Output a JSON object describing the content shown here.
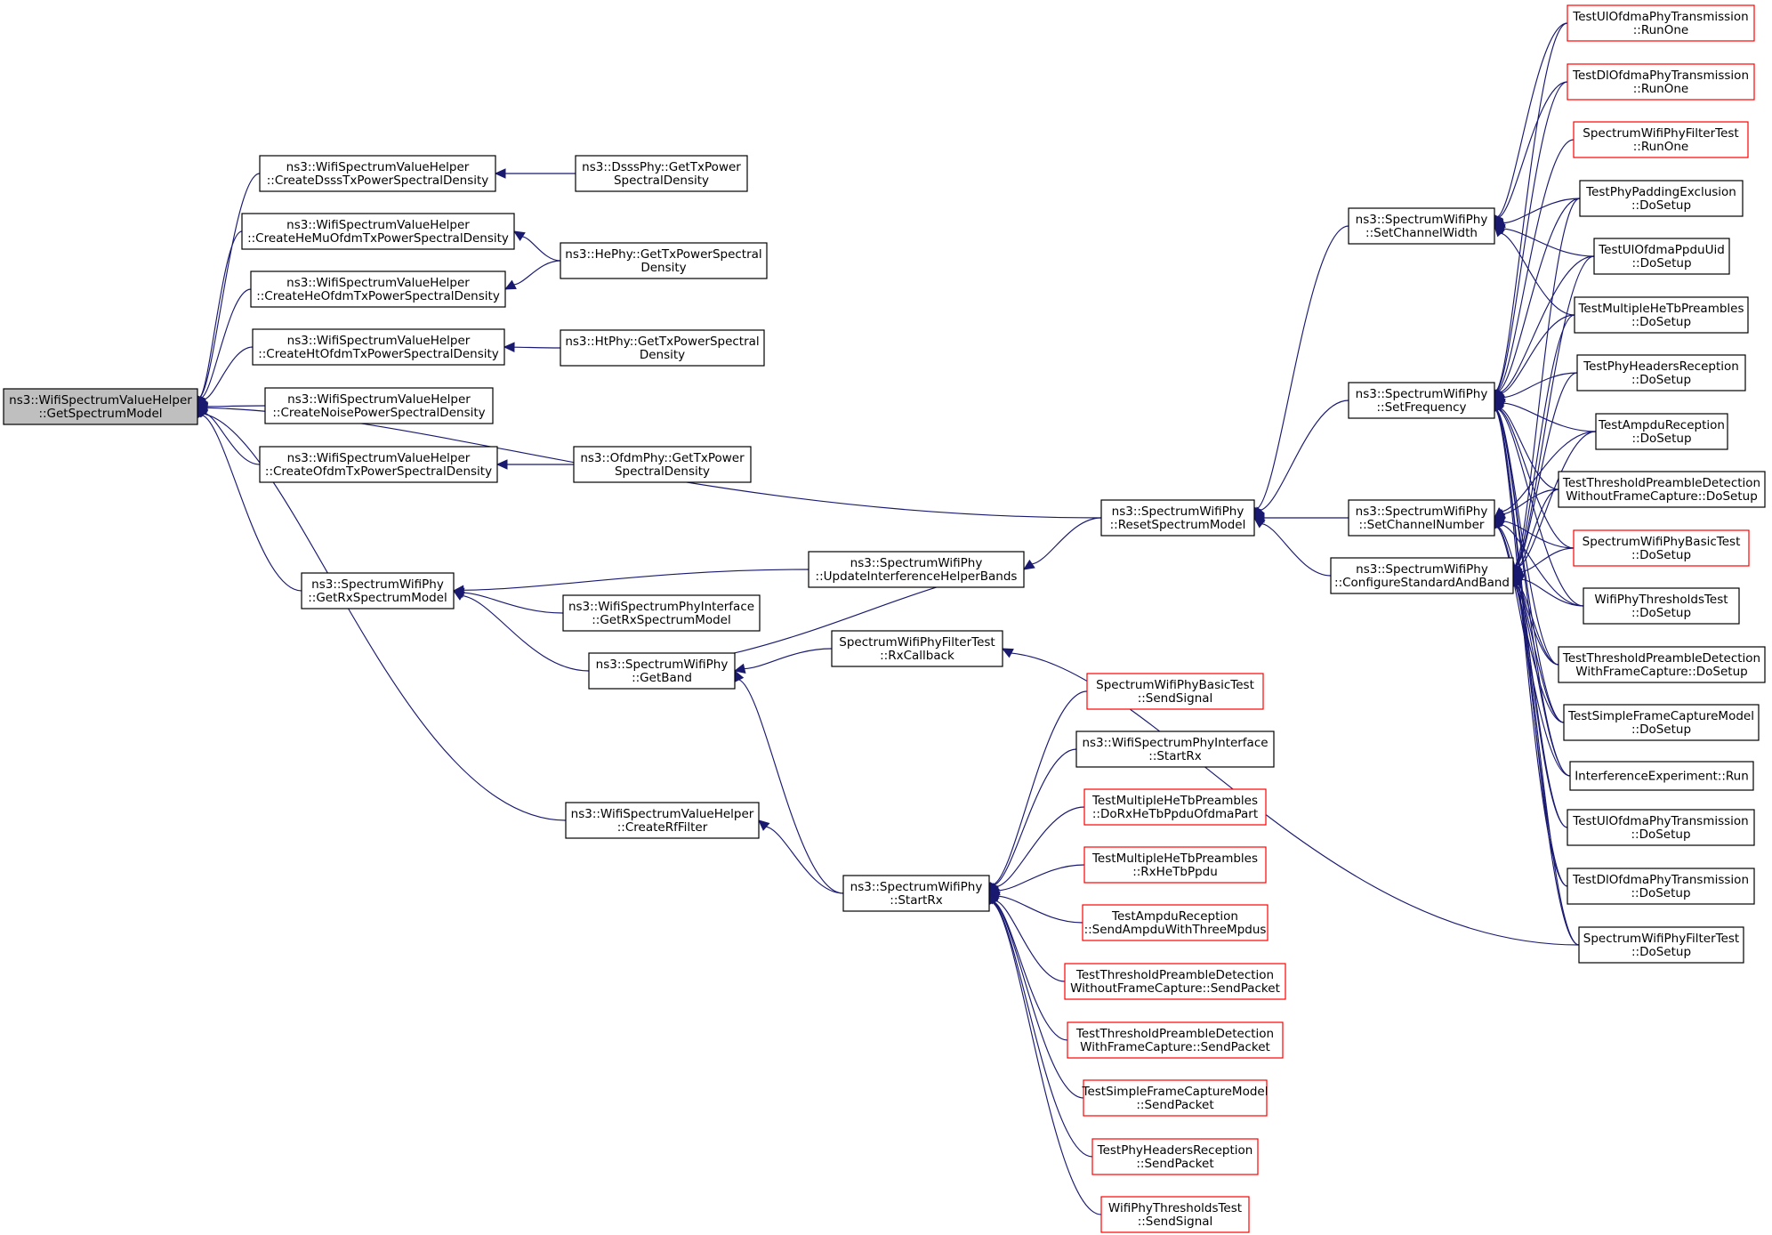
{
  "colors": {
    "edge": "#191970",
    "box_border": "#000000",
    "highlight_border": "#ff0000",
    "root_fill": "#bfbfbf",
    "background": "#ffffff"
  },
  "nodes": [
    {
      "id": "root",
      "label": [
        "ns3::WifiSpectrumValueHelper",
        "::GetSpectrumModel"
      ],
      "style": "root"
    },
    {
      "id": "dsss_helper",
      "label": [
        "ns3::WifiSpectrumValueHelper",
        "::CreateDsssTxPowerSpectralDensity"
      ]
    },
    {
      "id": "hemu_helper",
      "label": [
        "ns3::WifiSpectrumValueHelper",
        "::CreateHeMuOfdmTxPowerSpectralDensity"
      ]
    },
    {
      "id": "heofdm_helper",
      "label": [
        "ns3::WifiSpectrumValueHelper",
        "::CreateHeOfdmTxPowerSpectralDensity"
      ]
    },
    {
      "id": "ht_helper",
      "label": [
        "ns3::WifiSpectrumValueHelper",
        "::CreateHtOfdmTxPowerSpectralDensity"
      ]
    },
    {
      "id": "noise_helper",
      "label": [
        "ns3::WifiSpectrumValueHelper",
        "::CreateNoisePowerSpectralDensity"
      ]
    },
    {
      "id": "ofdm_helper",
      "label": [
        "ns3::WifiSpectrumValueHelper",
        "::CreateOfdmTxPowerSpectralDensity"
      ]
    },
    {
      "id": "dsss_phy",
      "label": [
        "ns3::DsssPhy::GetTxPower",
        "SpectralDensity"
      ]
    },
    {
      "id": "he_phy",
      "label": [
        "ns3::HePhy::GetTxPowerSpectral",
        "Density"
      ]
    },
    {
      "id": "ht_phy",
      "label": [
        "ns3::HtPhy::GetTxPowerSpectral",
        "Density"
      ]
    },
    {
      "id": "ofdm_phy",
      "label": [
        "ns3::OfdmPhy::GetTxPower",
        "SpectralDensity"
      ]
    },
    {
      "id": "get_rx_model",
      "label": [
        "ns3::SpectrumWifiPhy",
        "::GetRxSpectrumModel"
      ]
    },
    {
      "id": "update_bands",
      "label": [
        "ns3::SpectrumWifiPhy",
        "::UpdateInterferenceHelperBands"
      ]
    },
    {
      "id": "iface_get_rx",
      "label": [
        "ns3::WifiSpectrumPhyInterface",
        "::GetRxSpectrumModel"
      ]
    },
    {
      "id": "get_band",
      "label": [
        "ns3::SpectrumWifiPhy",
        "::GetBand"
      ]
    },
    {
      "id": "filter_rxcb",
      "label": [
        "SpectrumWifiPhyFilterTest",
        "::RxCallback"
      ]
    },
    {
      "id": "create_rf",
      "label": [
        "ns3::WifiSpectrumValueHelper",
        "::CreateRfFilter"
      ]
    },
    {
      "id": "start_rx",
      "label": [
        "ns3::SpectrumWifiPhy",
        "::StartRx"
      ]
    },
    {
      "id": "reset_model",
      "label": [
        "ns3::SpectrumWifiPhy",
        "::ResetSpectrumModel"
      ]
    },
    {
      "id": "set_width",
      "label": [
        "ns3::SpectrumWifiPhy",
        "::SetChannelWidth"
      ]
    },
    {
      "id": "set_freq",
      "label": [
        "ns3::SpectrumWifiPhy",
        "::SetFrequency"
      ]
    },
    {
      "id": "set_number",
      "label": [
        "ns3::SpectrumWifiPhy",
        "::SetChannelNumber"
      ]
    },
    {
      "id": "config_std",
      "label": [
        "ns3::SpectrumWifiPhy",
        "::ConfigureStandardAndBand"
      ]
    },
    {
      "id": "basic_send",
      "label": [
        "SpectrumWifiPhyBasicTest",
        "::SendSignal"
      ],
      "style": "red"
    },
    {
      "id": "iface_startrx",
      "label": [
        "ns3::WifiSpectrumPhyInterface",
        "::StartRx"
      ]
    },
    {
      "id": "mhe_dorx",
      "label": [
        "TestMultipleHeTbPreambles",
        "::DoRxHeTbPpduOfdmaPart"
      ],
      "style": "red"
    },
    {
      "id": "mhe_rxtb",
      "label": [
        "TestMultipleHeTbPreambles",
        "::RxHeTbPpdu"
      ],
      "style": "red"
    },
    {
      "id": "ampdu_send",
      "label": [
        "TestAmpduReception",
        "::SendAmpduWithThreeMpdus"
      ],
      "style": "red"
    },
    {
      "id": "tpd_wo_send",
      "label": [
        "TestThresholdPreambleDetection",
        "WithoutFrameCapture::SendPacket"
      ],
      "style": "red"
    },
    {
      "id": "tpd_w_send",
      "label": [
        "TestThresholdPreambleDetection",
        "WithFrameCapture::SendPacket"
      ],
      "style": "red"
    },
    {
      "id": "sfc_send",
      "label": [
        "TestSimpleFrameCaptureModel",
        "::SendPacket"
      ],
      "style": "red"
    },
    {
      "id": "phr_send",
      "label": [
        "TestPhyHeadersReception",
        "::SendPacket"
      ],
      "style": "red"
    },
    {
      "id": "wpt_send",
      "label": [
        "WifiPhyThresholdsTest",
        "::SendSignal"
      ],
      "style": "red"
    },
    {
      "id": "ul_runone",
      "label": [
        "TestUlOfdmaPhyTransmission",
        "::RunOne"
      ],
      "style": "red"
    },
    {
      "id": "dl_runone",
      "label": [
        "TestDlOfdmaPhyTransmission",
        "::RunOne"
      ],
      "style": "red"
    },
    {
      "id": "filter_runone",
      "label": [
        "SpectrumWifiPhyFilterTest",
        "::RunOne"
      ],
      "style": "red"
    },
    {
      "id": "padding_setup",
      "label": [
        "TestPhyPaddingExclusion",
        "::DoSetup"
      ]
    },
    {
      "id": "ulppdu_setup",
      "label": [
        "TestUlOfdmaPpduUid",
        "::DoSetup"
      ]
    },
    {
      "id": "mhe_setup",
      "label": [
        "TestMultipleHeTbPreambles",
        "::DoSetup"
      ]
    },
    {
      "id": "phr_setup",
      "label": [
        "TestPhyHeadersReception",
        "::DoSetup"
      ]
    },
    {
      "id": "ampdu_setup",
      "label": [
        "TestAmpduReception",
        "::DoSetup"
      ]
    },
    {
      "id": "tpd_wo_setup",
      "label": [
        "TestThresholdPreambleDetection",
        "WithoutFrameCapture::DoSetup"
      ]
    },
    {
      "id": "basic_setup",
      "label": [
        "SpectrumWifiPhyBasicTest",
        "::DoSetup"
      ],
      "style": "red"
    },
    {
      "id": "wpt_setup",
      "label": [
        "WifiPhyThresholdsTest",
        "::DoSetup"
      ]
    },
    {
      "id": "tpd_w_setup",
      "label": [
        "TestThresholdPreambleDetection",
        "WithFrameCapture::DoSetup"
      ]
    },
    {
      "id": "sfc_setup",
      "label": [
        "TestSimpleFrameCaptureModel",
        "::DoSetup"
      ]
    },
    {
      "id": "interf_run",
      "label": [
        "InterferenceExperiment::Run"
      ]
    },
    {
      "id": "ul_setup",
      "label": [
        "TestUlOfdmaPhyTransmission",
        "::DoSetup"
      ]
    },
    {
      "id": "dl_setup",
      "label": [
        "TestDlOfdmaPhyTransmission",
        "::DoSetup"
      ]
    },
    {
      "id": "filter_setup",
      "label": [
        "SpectrumWifiPhyFilterTest",
        "::DoSetup"
      ]
    }
  ],
  "edges": [
    [
      "dsss_helper",
      "root"
    ],
    [
      "hemu_helper",
      "root"
    ],
    [
      "heofdm_helper",
      "root"
    ],
    [
      "ht_helper",
      "root"
    ],
    [
      "noise_helper",
      "root"
    ],
    [
      "ofdm_helper",
      "root"
    ],
    [
      "reset_model",
      "root"
    ],
    [
      "get_rx_model",
      "root"
    ],
    [
      "create_rf",
      "root"
    ],
    [
      "dsss_phy",
      "dsss_helper"
    ],
    [
      "he_phy",
      "hemu_helper"
    ],
    [
      "he_phy",
      "heofdm_helper"
    ],
    [
      "ht_phy",
      "ht_helper"
    ],
    [
      "ofdm_phy",
      "ofdm_helper"
    ],
    [
      "update_bands",
      "get_rx_model"
    ],
    [
      "iface_get_rx",
      "get_rx_model"
    ],
    [
      "get_band",
      "get_rx_model"
    ],
    [
      "get_band",
      "update_bands"
    ],
    [
      "reset_model",
      "update_bands"
    ],
    [
      "filter_rxcb",
      "get_band"
    ],
    [
      "start_rx",
      "get_band"
    ],
    [
      "start_rx",
      "create_rf"
    ],
    [
      "basic_send",
      "start_rx"
    ],
    [
      "iface_startrx",
      "start_rx"
    ],
    [
      "mhe_dorx",
      "start_rx"
    ],
    [
      "mhe_rxtb",
      "start_rx"
    ],
    [
      "ampdu_send",
      "start_rx"
    ],
    [
      "tpd_wo_send",
      "start_rx"
    ],
    [
      "tpd_w_send",
      "start_rx"
    ],
    [
      "sfc_send",
      "start_rx"
    ],
    [
      "phr_send",
      "start_rx"
    ],
    [
      "wpt_send",
      "start_rx"
    ],
    [
      "filter_setup",
      "filter_rxcb"
    ],
    [
      "set_width",
      "reset_model"
    ],
    [
      "set_freq",
      "reset_model"
    ],
    [
      "set_number",
      "reset_model"
    ],
    [
      "config_std",
      "reset_model"
    ],
    [
      "ul_runone",
      "set_width"
    ],
    [
      "dl_runone",
      "set_width"
    ],
    [
      "padding_setup",
      "set_width"
    ],
    [
      "ulppdu_setup",
      "set_width"
    ],
    [
      "mhe_setup",
      "set_width"
    ],
    [
      "ul_runone",
      "set_freq"
    ],
    [
      "dl_runone",
      "set_freq"
    ],
    [
      "filter_runone",
      "set_freq"
    ],
    [
      "padding_setup",
      "set_freq"
    ],
    [
      "ulppdu_setup",
      "set_freq"
    ],
    [
      "mhe_setup",
      "set_freq"
    ],
    [
      "phr_setup",
      "set_freq"
    ],
    [
      "ampdu_setup",
      "set_freq"
    ],
    [
      "tpd_wo_setup",
      "set_freq"
    ],
    [
      "basic_setup",
      "set_freq"
    ],
    [
      "wpt_setup",
      "set_freq"
    ],
    [
      "tpd_w_setup",
      "set_freq"
    ],
    [
      "sfc_setup",
      "set_freq"
    ],
    [
      "interf_run",
      "set_freq"
    ],
    [
      "ul_setup",
      "set_freq"
    ],
    [
      "dl_setup",
      "set_freq"
    ],
    [
      "filter_setup",
      "set_freq"
    ],
    [
      "ampdu_setup",
      "set_number"
    ],
    [
      "tpd_wo_setup",
      "set_number"
    ],
    [
      "basic_setup",
      "set_number"
    ],
    [
      "wpt_setup",
      "set_number"
    ],
    [
      "tpd_w_setup",
      "set_number"
    ],
    [
      "sfc_setup",
      "set_number"
    ],
    [
      "interf_run",
      "set_number"
    ],
    [
      "padding_setup",
      "config_std"
    ],
    [
      "ulppdu_setup",
      "config_std"
    ],
    [
      "mhe_setup",
      "config_std"
    ],
    [
      "phr_setup",
      "config_std"
    ],
    [
      "ampdu_setup",
      "config_std"
    ],
    [
      "tpd_wo_setup",
      "config_std"
    ],
    [
      "basic_setup",
      "config_std"
    ],
    [
      "wpt_setup",
      "config_std"
    ],
    [
      "tpd_w_setup",
      "config_std"
    ],
    [
      "sfc_setup",
      "config_std"
    ],
    [
      "interf_run",
      "config_std"
    ],
    [
      "ul_setup",
      "config_std"
    ],
    [
      "dl_setup",
      "config_std"
    ],
    [
      "filter_setup",
      "config_std"
    ]
  ]
}
